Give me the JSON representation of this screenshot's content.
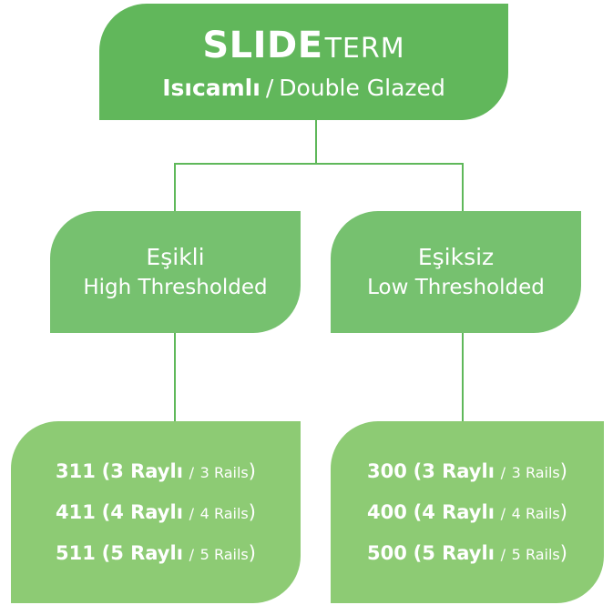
{
  "root": {
    "brand_bold": "SLIDE",
    "brand_light": "TERM",
    "subtitle_tr": "Isıcamlı",
    "subtitle_sep": "/",
    "subtitle_en": "Double Glazed"
  },
  "categories": [
    {
      "title": "Eşikli",
      "subtitle": "High Thresholded",
      "models": [
        {
          "code": "311",
          "open": "(",
          "tr": "3 Raylı",
          "sep": "/",
          "en": "3 Rails",
          "close": ")"
        },
        {
          "code": "411",
          "open": "(",
          "tr": "4 Raylı",
          "sep": "/",
          "en": "4 Rails",
          "close": ")"
        },
        {
          "code": "511",
          "open": "(",
          "tr": "5 Raylı",
          "sep": "/",
          "en": "5 Rails",
          "close": ")"
        }
      ]
    },
    {
      "title": "Eşiksiz",
      "subtitle": "Low Thresholded",
      "models": [
        {
          "code": "300",
          "open": "(",
          "tr": "3 Raylı",
          "sep": "/",
          "en": "3 Rails",
          "close": ")"
        },
        {
          "code": "400",
          "open": "(",
          "tr": "4 Raylı",
          "sep": "/",
          "en": "4 Rails",
          "close": ")"
        },
        {
          "code": "500",
          "open": "(",
          "tr": "5 Raylı",
          "sep": "/",
          "en": "5 Rails",
          "close": ")"
        }
      ]
    }
  ],
  "colors": {
    "root": "#61b75b",
    "category": "#76c16f",
    "model": "#8dcb74",
    "connector": "#5fb85a"
  }
}
